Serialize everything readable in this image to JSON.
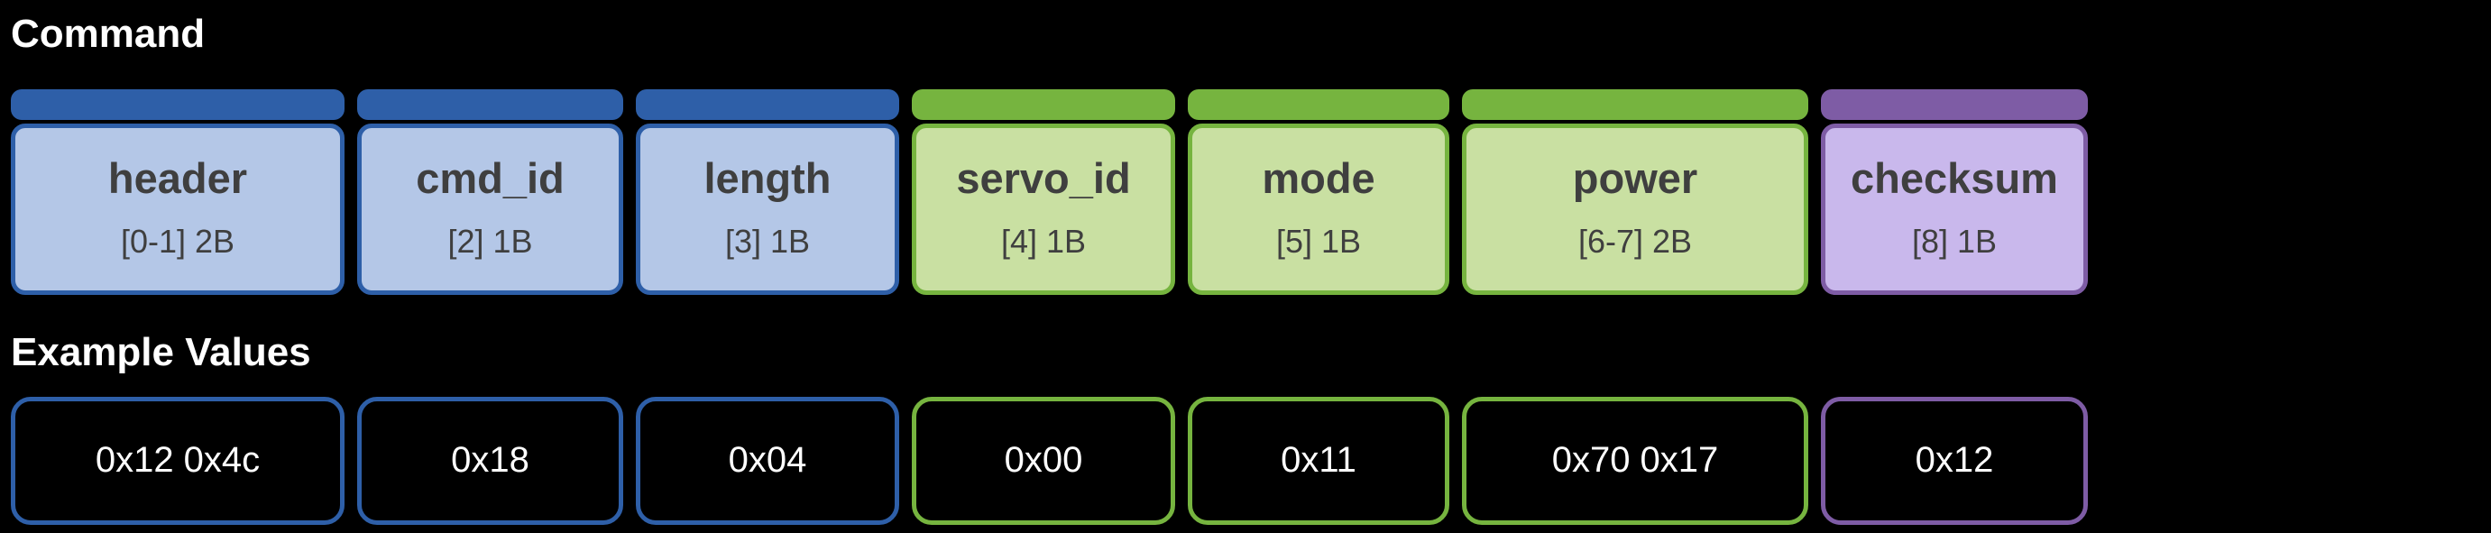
{
  "title": "Command",
  "example_title": "Example Values",
  "colors": {
    "blue_cap": "#2e5fa8",
    "blue_body": "#b4c7e7",
    "green_cap": "#76b43f",
    "green_body": "#c9e0a2",
    "purple_cap": "#7e5ca5",
    "purple_body": "#c9b8ec",
    "background": "#000000",
    "field_text": "#3f3f3f",
    "value_text": "#ffffff"
  },
  "fields": [
    {
      "name": "header",
      "spec": "[0-1] 2B",
      "value": "0x12 0x4c",
      "color": "blue"
    },
    {
      "name": "cmd_id",
      "spec": "[2] 1B",
      "value": "0x18",
      "color": "blue"
    },
    {
      "name": "length",
      "spec": "[3] 1B",
      "value": "0x04",
      "color": "blue"
    },
    {
      "name": "servo_id",
      "spec": "[4] 1B",
      "value": "0x00",
      "color": "green"
    },
    {
      "name": "mode",
      "spec": "[5] 1B",
      "value": "0x11",
      "color": "green"
    },
    {
      "name": "power",
      "spec": "[6-7] 2B",
      "value": "0x70 0x17",
      "color": "green"
    },
    {
      "name": "checksum",
      "spec": "[8] 1B",
      "value": "0x12",
      "color": "purple"
    }
  ]
}
